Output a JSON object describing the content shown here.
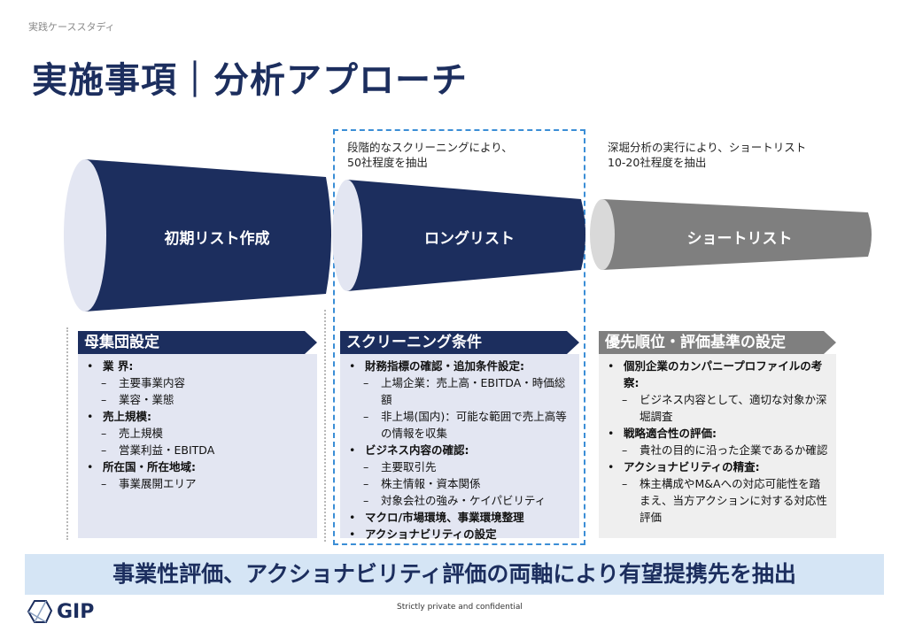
{
  "header": {
    "section": "実践ケーススタディ",
    "title": "実施事項｜分析アプローチ"
  },
  "notes": {
    "longlist": [
      "段階的なスクリーニングにより、",
      "50社程度を抽出"
    ],
    "shortlist": [
      "深堀分析の実行により、ショートリスト",
      "10-20社程度を抽出"
    ]
  },
  "funnel": {
    "stage1": "初期リスト作成",
    "stage2": "ロングリスト",
    "stage3": "ショートリスト"
  },
  "panels": [
    {
      "title": "母集団設定",
      "items": [
        {
          "label": "業 界:",
          "subs": [
            "主要事業内容",
            "業容・業態"
          ]
        },
        {
          "label": "売上規模:",
          "subs": [
            "売上規模",
            "営業利益・EBITDA"
          ]
        },
        {
          "label": "所在国・所在地域:",
          "subs": [
            "事業展開エリア"
          ]
        }
      ]
    },
    {
      "title": "スクリーニング条件",
      "items": [
        {
          "label": "財務指標の確認・追加条件設定:",
          "subs": [
            "上場企業：売上高・EBITDA・時価総額",
            "非上場(国内)：可能な範囲で売上高等の情報を収集"
          ]
        },
        {
          "label": "ビジネス内容の確認:",
          "subs": [
            "主要取引先",
            "株主情報・資本関係",
            "対象会社の強み・ケイパビリティ"
          ]
        },
        {
          "label": "マクロ/市場環境、事業環境整理",
          "subs": []
        },
        {
          "label": "アクショナビリティの設定",
          "subs": []
        }
      ]
    },
    {
      "title": "優先順位・評価基準の設定",
      "items": [
        {
          "label": "個別企業のカンパニープロファイルの考察:",
          "subs": [
            "ビジネス内容として、適切な対象か深堀調査"
          ]
        },
        {
          "label": "戦略適合性の評価:",
          "subs": [
            "貴社の目的に沿った企業であるか確認"
          ]
        },
        {
          "label": "アクショナビリティの精査:",
          "subs": [
            "株主構成やM&Aへの対応可能性を踏まえ、当方アクションに対する対応性評価"
          ]
        }
      ]
    }
  ],
  "banner": "事業性評価、アクショナビリティ評価の両軸により有望提携先を抽出",
  "footer": {
    "confidential": "Strictly private and confidential",
    "logo": "GIP"
  },
  "colors": {
    "navy": "#1c2e5e",
    "gray": "#7f7f7f",
    "panel1": "#e3e6f2",
    "panel3": "#efefef",
    "banner": "#d5e5f5",
    "dash": "#3b8ed6"
  }
}
